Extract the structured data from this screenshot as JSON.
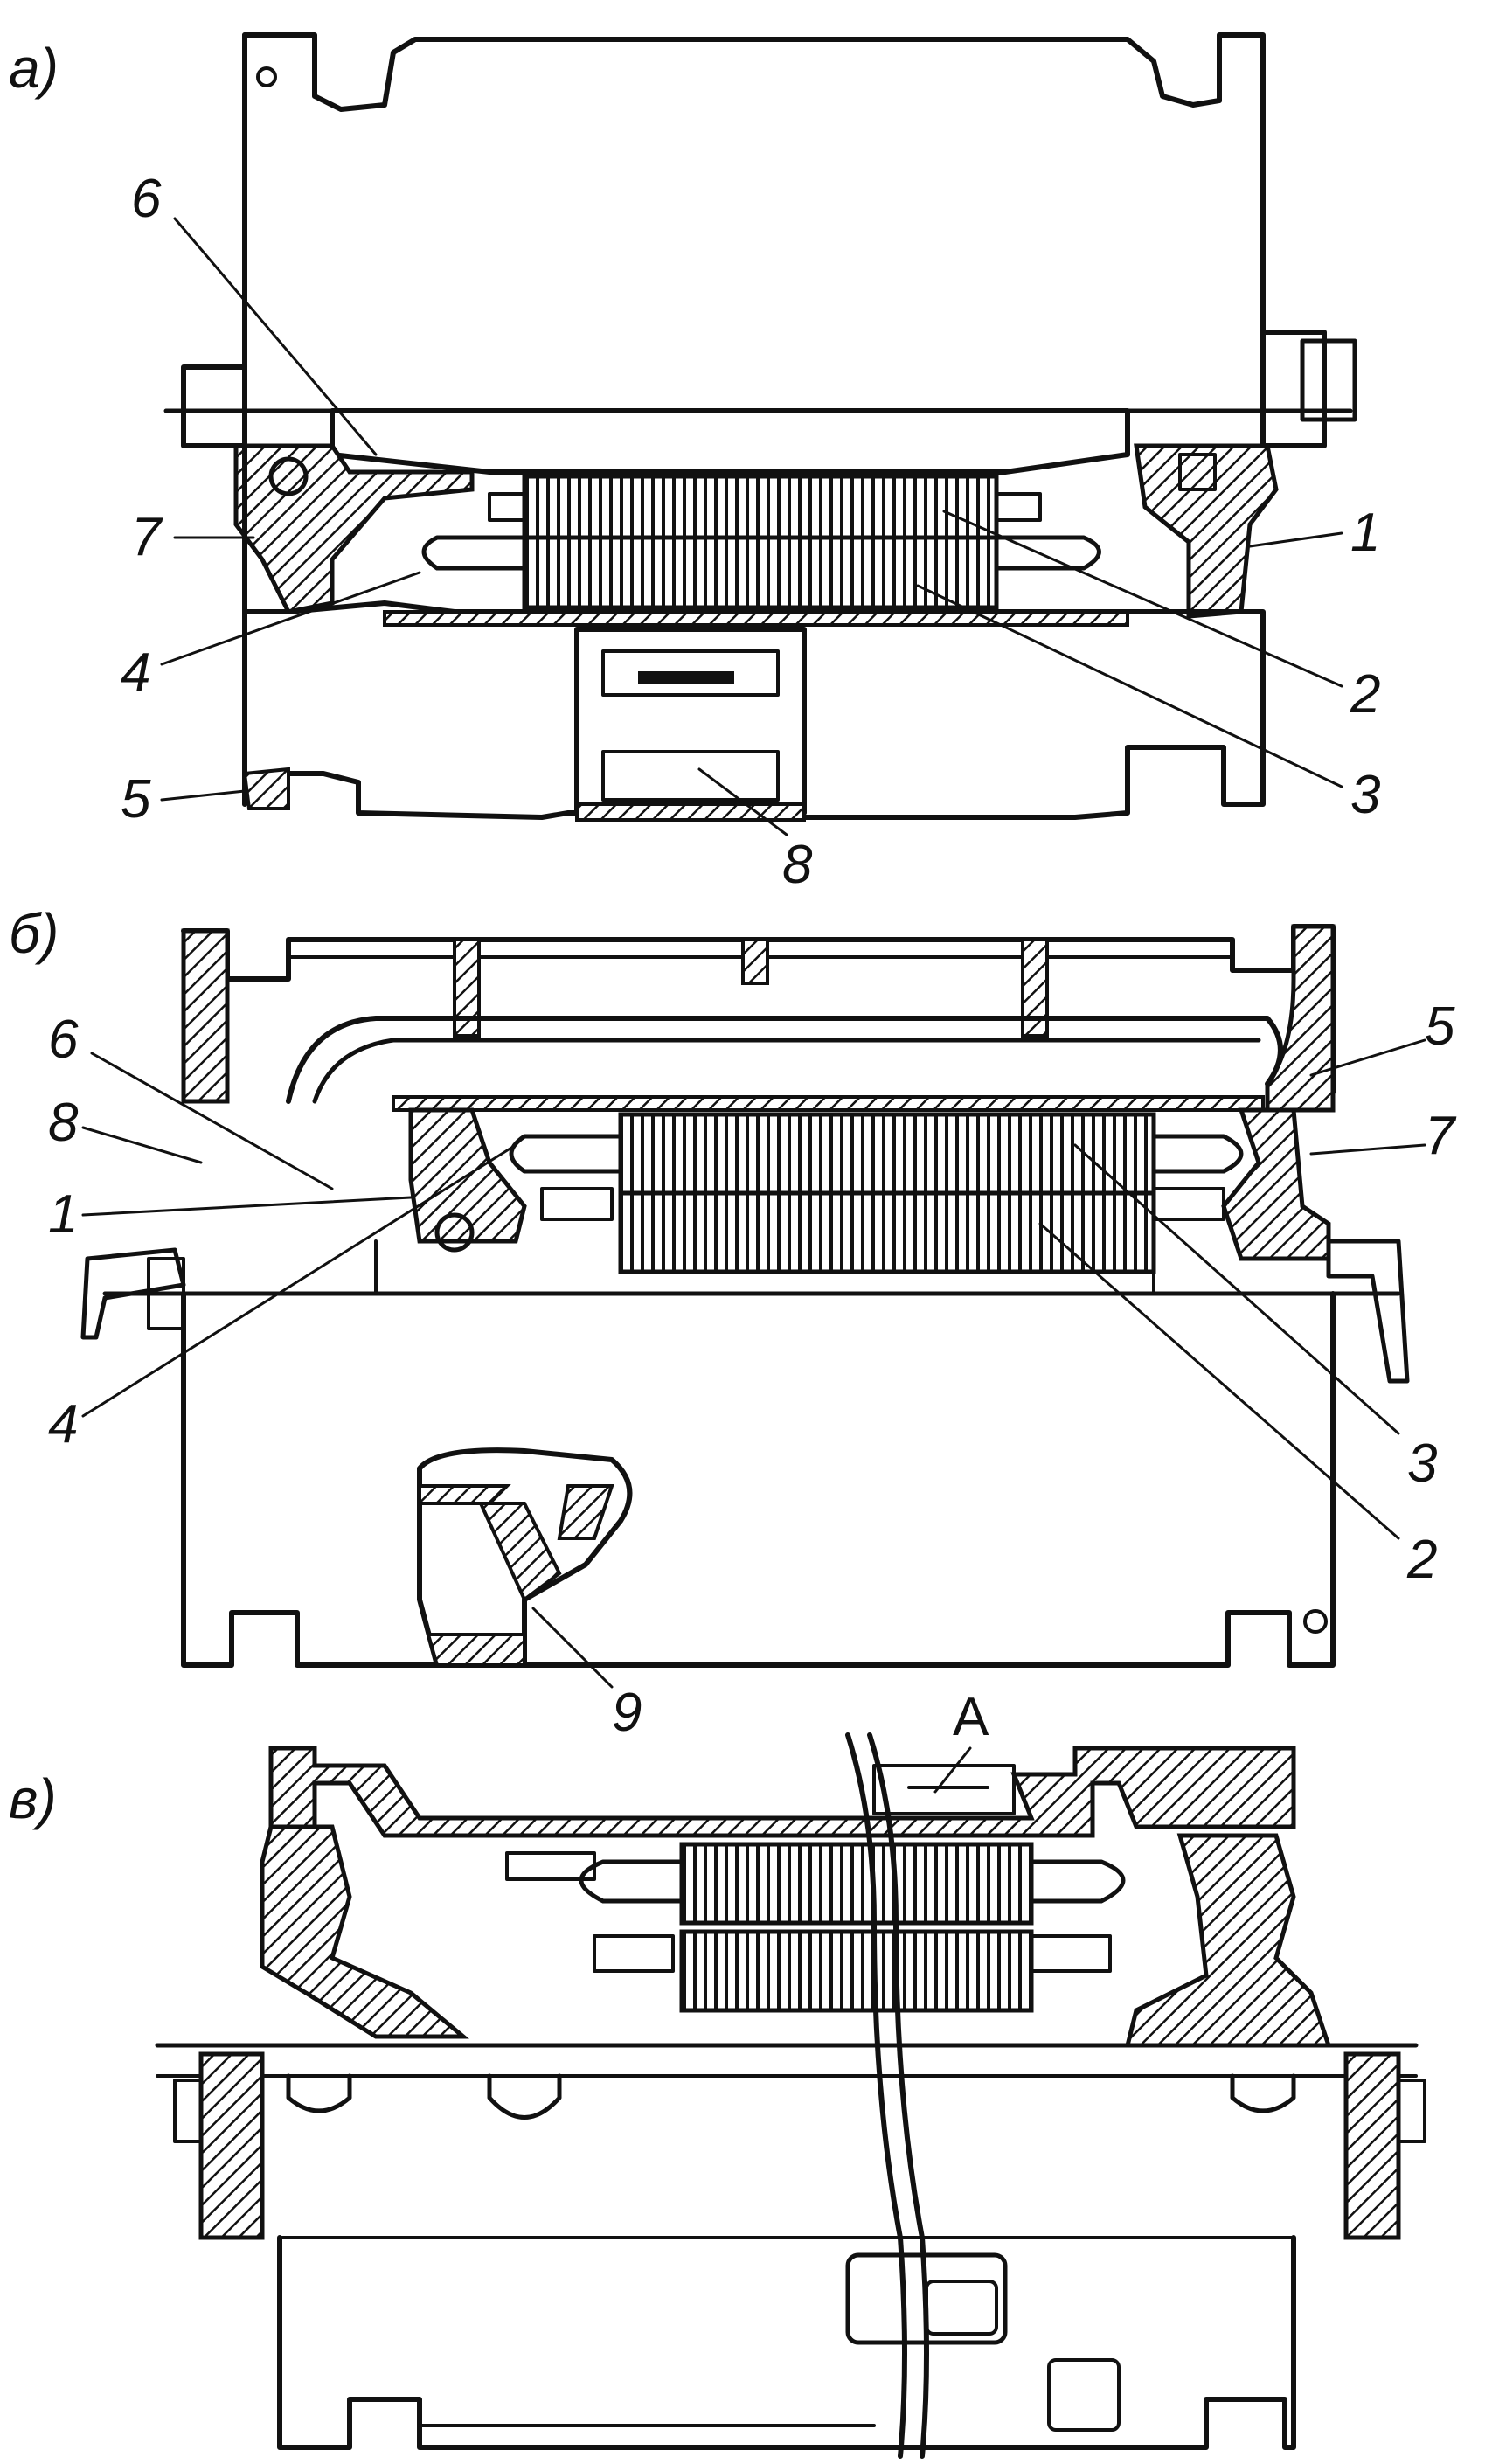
{
  "panels": [
    {
      "id": "a",
      "label": "а)",
      "callouts": [
        "6",
        "7",
        "4",
        "5",
        "1",
        "2",
        "3",
        "8"
      ]
    },
    {
      "id": "b",
      "label": "б)",
      "callouts": [
        "6",
        "8",
        "1",
        "4",
        "5",
        "7",
        "3",
        "2",
        "9"
      ]
    },
    {
      "id": "v",
      "label": "в)",
      "callouts": [
        "А"
      ]
    }
  ],
  "colors": {
    "ink": "#111111",
    "paper": "#ffffff"
  }
}
